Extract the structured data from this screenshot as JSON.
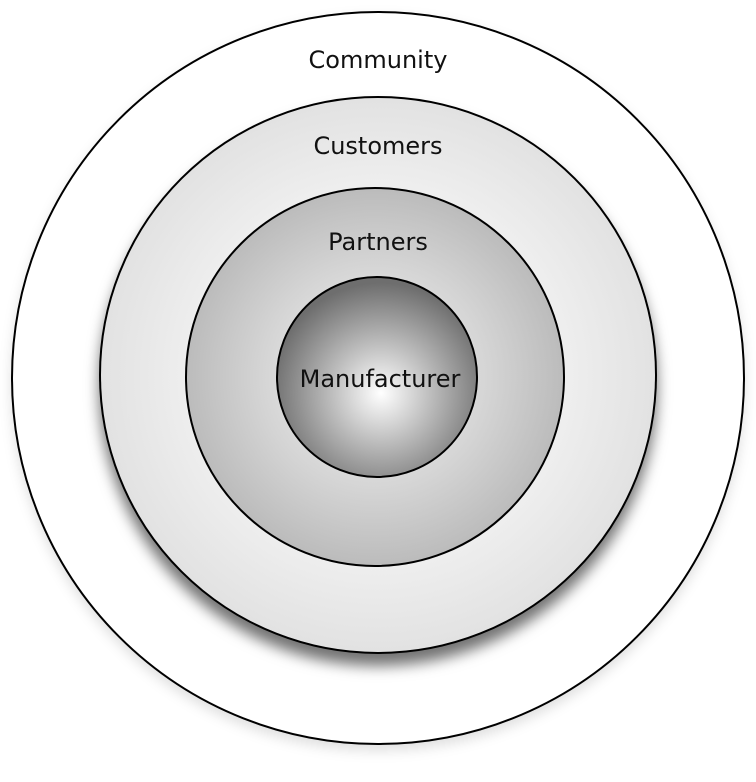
{
  "diagram": {
    "rings": [
      {
        "label": "Community"
      },
      {
        "label": "Customers"
      },
      {
        "label": "Partners"
      },
      {
        "label": "Manufacturer"
      }
    ]
  }
}
